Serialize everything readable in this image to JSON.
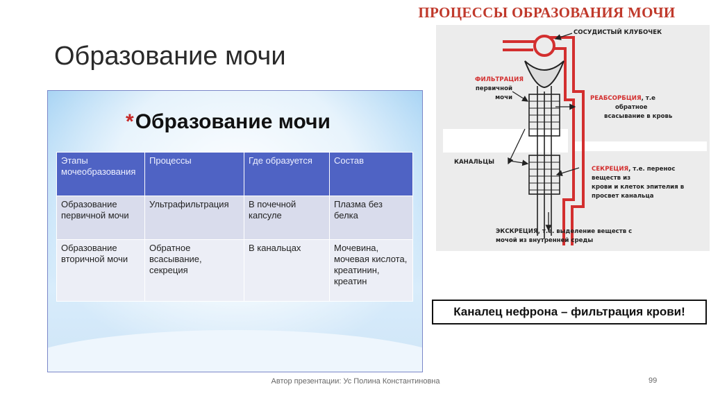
{
  "slide": {
    "title": "Образование мочи",
    "footer_author": "Автор презентации: Ус Полина Константиновна",
    "page_number": "99"
  },
  "panel": {
    "star": "*",
    "title": "Образование мочи",
    "table": {
      "headers": [
        "Этапы мочеобразования",
        "Процессы",
        "Где образуется",
        "Состав"
      ],
      "rows": [
        [
          "Образование первичной мочи",
          "Ультрафильтрация",
          "В почечной капсуле",
          "Плазма без белка"
        ],
        [
          "Образование вторичной мочи",
          "Обратное всасывание, секреция",
          "В канальцах",
          "Мочевина, мочевая кислота, креатинин, креатин"
        ]
      ]
    }
  },
  "diagram": {
    "title": "ПРОЦЕССЫ ОБРАЗОВАНИЯ МОЧИ",
    "labels": {
      "glomerulus": "СОСУДИСТЫЙ КЛУБОЧЕК",
      "filtration_head": "ФИЛЬТРАЦИЯ",
      "filtration_line1": "первичной",
      "filtration_line2": "мочи",
      "reabsorption_head": "РЕАБСОРБЦИЯ",
      "reabsorption_tail": ", т.е",
      "reabsorption_line1": "обратное",
      "reabsorption_line2": "всасывание в кровь",
      "tubules": "КАНАЛЬЦЫ",
      "secretion_head": "СЕКРЕЦИЯ",
      "secretion_tail": ", т.е. перенос",
      "secretion_line1": "веществ из",
      "secretion_line2": "крови и клеток эпителия в",
      "secretion_line3": "просвет канальца",
      "excretion_line1": "ЭКСКРЕЦИЯ, т.е. выделение веществ с",
      "excretion_line2": "мочой из внутренней среды"
    },
    "colors": {
      "vessel": "#d32f2f",
      "label_red": "#d32f2f"
    }
  },
  "callout": {
    "text": "Каналец нефрона – фильтрация крови!"
  }
}
